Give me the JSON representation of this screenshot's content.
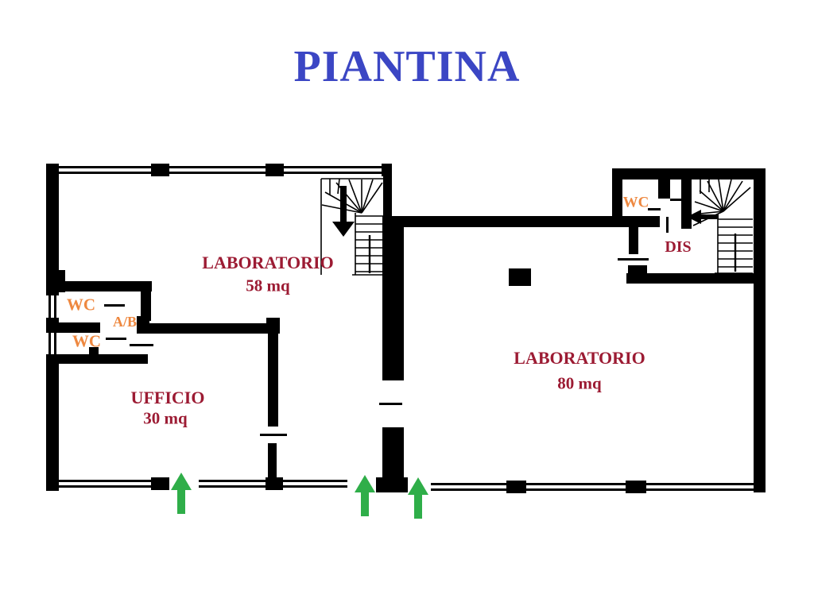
{
  "title": "PIANTINA",
  "colors": {
    "title": "#3b46c4",
    "room_label": "#9c1b33",
    "wc_label": "#ee8840",
    "arrow": "#2fae49",
    "wall": "#000000"
  },
  "plan": {
    "left_building": {
      "laboratorio": {
        "name": "LABORATORIO",
        "area": "58 mq"
      },
      "ufficio": {
        "name": "UFFICIO",
        "area": "30 mq"
      },
      "wc_top": {
        "label": "WC"
      },
      "antibagno": {
        "label": "A/B"
      },
      "wc_bottom": {
        "label": "WC"
      }
    },
    "right_building": {
      "laboratorio": {
        "name": "LABORATORIO",
        "area": "80 mq"
      },
      "wc": {
        "label": "WC"
      },
      "disimpegno": {
        "label": "DIS"
      }
    },
    "symbols": {
      "entrance_arrow_icon": "green up arrow (3 entrances)",
      "stairs_icon": "winder staircase with direction arrow (2 staircases)",
      "window_symbol": "double parallel lines in wall",
      "door_symbol": "thin dash across wall opening"
    }
  }
}
